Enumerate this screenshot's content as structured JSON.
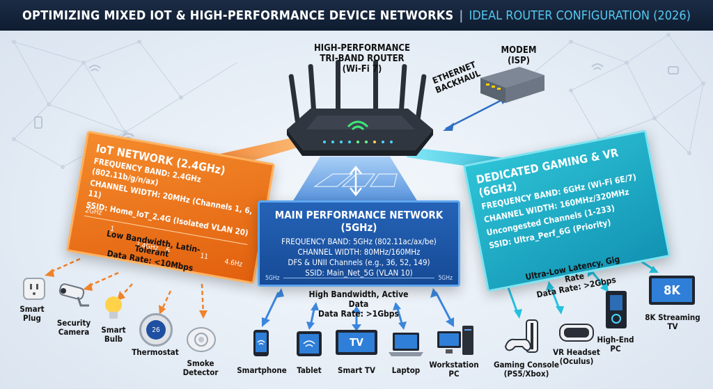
{
  "title": {
    "main": "OPTIMIZING MIXED IOT & HIGH-PERFORMANCE DEVICE NETWORKS",
    "separator": "|",
    "sub": "IDEAL ROUTER CONFIGURATION (2026)"
  },
  "router": {
    "line1": "HIGH-PERFORMANCE",
    "line2": "TRI-BAND ROUTER",
    "line3": "(Wi-Fi 7)"
  },
  "modem": {
    "line1": "MODEM",
    "line2": "(ISP)"
  },
  "ethernet": {
    "line1": "ETHERNET",
    "line2": "BACKHAUL"
  },
  "iot_panel": {
    "heading": "IoT NETWORK (2.4GHz)",
    "lines": [
      "FREQUENCY BAND: 2.4GHz (802.11b/g/n/ax)",
      "CHANNEL WIDTH: 20MHz (Channels 1, 6, 11)",
      "SSID: Home_IoT_2.4G (Isolated VLAN 20)"
    ],
    "spectrum": {
      "left": "2GHz",
      "c1": "1",
      "c2": "2.4GHz",
      "c3": "6",
      "c4": "11",
      "right": "4.6Hz"
    }
  },
  "iot_caption": {
    "line1": "Low Bandwidth, Latin-Tolerant",
    "line2": "Data Rate: <10Mbps"
  },
  "main_panel": {
    "heading": "MAIN PERFORMANCE NETWORK (5GHz)",
    "lines": [
      "FREQUENCY BAND: 5GHz (802.11ac/ax/be)",
      "CHANNEL WIDTH: 80MHz/160MHz",
      "DFS & UNII Channels (e.g., 36, 52, 149)",
      "SSID: Main_Net_5G (VLAN 10)"
    ],
    "foot_left": "5GHz",
    "foot_right": "5GHz"
  },
  "main_caption": {
    "line1": "High Bandwidth, Active Data",
    "line2": "Data Rate: >1Gbps"
  },
  "gaming_panel": {
    "heading": "DEDICATED GAMING & VR (6GHz)",
    "lines": [
      "FREQUENCY BAND: 6GHz (Wi-Fi 6E/7)",
      "CHANNEL WIDTH: 160MHz/320MHz",
      "Uncongested Channels (1-233)",
      "SSID: Ultra_Perf_6G (Priority)"
    ]
  },
  "gaming_caption": {
    "line1": "Ultra-Low Latency, Gig Rate",
    "line2": "Data Rate: >2Gbps"
  },
  "iot_devices": [
    {
      "name": "Smart Plug",
      "line1": "Smart",
      "line2": "Plug"
    },
    {
      "name": "Security Camera",
      "line1": "Security",
      "line2": "Camera"
    },
    {
      "name": "Smart Bulb",
      "line1": "Smart",
      "line2": "Bulb"
    },
    {
      "name": "Thermostat",
      "line1": "Thermostat",
      "line2": "",
      "display": "26"
    },
    {
      "name": "Smoke Detector",
      "line1": "Smoke",
      "line2": "Detector"
    }
  ],
  "main_devices": [
    {
      "line1": "Smartphone",
      "line2": ""
    },
    {
      "line1": "Tablet",
      "line2": ""
    },
    {
      "line1": "Smart TV",
      "line2": "",
      "screen": "TV"
    },
    {
      "line1": "Laptop",
      "line2": ""
    },
    {
      "line1": "Workstation",
      "line2": "PC"
    }
  ],
  "gaming_devices": [
    {
      "line1": "Gaming Console",
      "line2": "(PS5/Xbox)"
    },
    {
      "line1": "VR Headset",
      "line2": "(Oculus)"
    },
    {
      "line1": "High-End",
      "line2": "PC"
    },
    {
      "line1": "8K Streaming",
      "line2": "TV",
      "screen": "8K"
    }
  ],
  "colors": {
    "orange": "#f07a1e",
    "blue": "#2a6fca",
    "cyan": "#22b4cc",
    "arrow_orange": "#f0822a",
    "arrow_blue": "#3b86dc",
    "arrow_cyan": "#24c1de"
  }
}
